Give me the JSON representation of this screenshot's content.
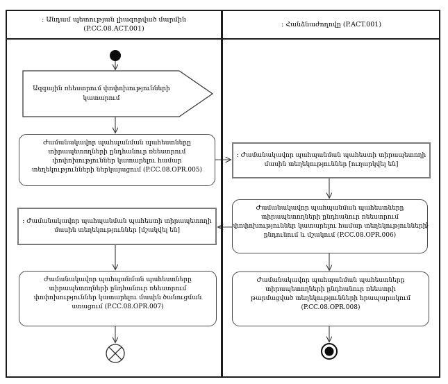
{
  "diagram": {
    "lanes": {
      "left": {
        "title": ": Անդամ պետության լիազորված մարմին\n(P.CC.08.ACT.001)"
      },
      "right": {
        "title": ": Հանձնաժողովը (P.ACT.001)"
      }
    },
    "nodes": {
      "signal": {
        "label": "Ազգային ռեեստրում փոփոխությունների\nկատարում"
      },
      "opr005": {
        "label": "Ժամանակավոր պահպանման պահեստները\nտիրապետողների ընդհանուր ռեեստրում\nփոփոխություններ կատարելու համար\nտեղեկությունների ներկայացում (P.CC.08.OPR.005)"
      },
      "obj_sent": {
        "label": ": Ժամանակավոր պահպանման պահեստի տիրապետողի\nմասին տեղեկություններ [ուղարկվել են]"
      },
      "opr006": {
        "label": "Ժամանակավոր պահպանման պահեստները\nտիրապետողների ընդհանուր ռեեստրում\nփոփոխություններ կատարելու համար տեղեկությունների\nընդունում և մշակում (P.CC.08.OPR.006)"
      },
      "obj_processed": {
        "label": ": Ժամանակավոր պահպանման պահեստի տիրապետողի\nմասին տեղեկություններ [մշակվել են]"
      },
      "opr007": {
        "label": "Ժամանակավոր պահպանման պահեստները\nտիրապետողների ընդհանուր ռեեստրում\nփոփոխություններ կատարելու մասին ծանուցման\nստացում (P.CC.08.OPR.007)"
      },
      "opr008": {
        "label": "Ժամանակավոր պահպանման պահեստները\nտիրապետողների ընդհանուր ռեեստրի\nթարմացված տեղեկությունների հրապարակում\n(P.CC.08.OPR.008)"
      }
    },
    "annotations": {
      "right_edge_glyph": "}"
    },
    "colors": {
      "line": "#3a3a3a",
      "node_fill": "#0b0b0b",
      "border": "#1c1c1c"
    }
  }
}
